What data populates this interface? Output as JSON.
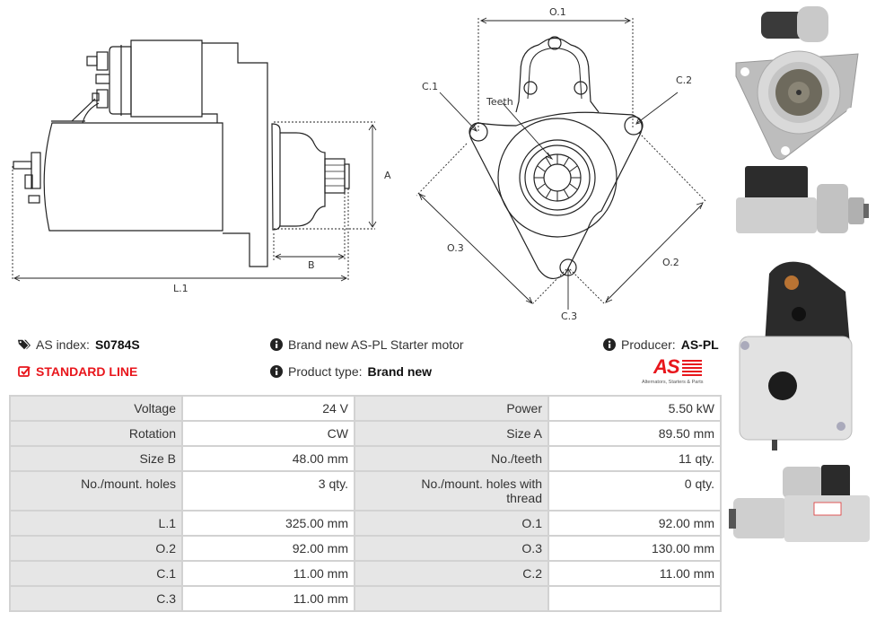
{
  "diagram_side": {
    "labels": {
      "a": "A",
      "b": "B",
      "l1": "L.1"
    }
  },
  "diagram_front": {
    "labels": {
      "o1": "O.1",
      "o2": "O.2",
      "o3": "O.3",
      "c1": "C.1",
      "c2": "C.2",
      "c3": "C.3",
      "teeth": "Teeth"
    }
  },
  "info": {
    "as_index_label": "AS index:",
    "as_index_value": "S0784S",
    "line_label": "STANDARD LINE",
    "description": "Brand new AS-PL Starter motor",
    "product_type_label": "Product type:",
    "product_type_value": "Brand new",
    "producer_label": "Producer:",
    "producer_value": "AS-PL",
    "logo_text": "AS",
    "logo_tagline": "Alternators, Starters & Parts"
  },
  "colors": {
    "accent": "#e8161c",
    "key_bg": "#e6e6e6",
    "border": "#d2d2d2"
  },
  "specs": [
    {
      "k1": "Voltage",
      "v1": "24 V",
      "k2": "Power",
      "v2": "5.50 kW"
    },
    {
      "k1": "Rotation",
      "v1": "CW",
      "k2": "Size A",
      "v2": "89.50 mm"
    },
    {
      "k1": "Size B",
      "v1": "48.00 mm",
      "k2": "No./teeth",
      "v2": "11 qty."
    },
    {
      "k1": "No./mount. holes",
      "v1": "3 qty.",
      "k2": "No./mount. holes with thread",
      "v2": "0 qty."
    },
    {
      "k1": "L.1",
      "v1": "325.00 mm",
      "k2": "O.1",
      "v2": "92.00 mm"
    },
    {
      "k1": "O.2",
      "v1": "92.00 mm",
      "k2": "O.3",
      "v2": "130.00 mm"
    },
    {
      "k1": "C.1",
      "v1": "11.00 mm",
      "k2": "C.2",
      "v2": "11.00 mm"
    },
    {
      "k1": "C.3",
      "v1": "11.00 mm",
      "k2": "",
      "v2": ""
    }
  ],
  "photos": [
    {
      "name": "front-view-photo"
    },
    {
      "name": "side-view-photo"
    },
    {
      "name": "rear-view-photo"
    },
    {
      "name": "side-view-photo-2"
    }
  ]
}
